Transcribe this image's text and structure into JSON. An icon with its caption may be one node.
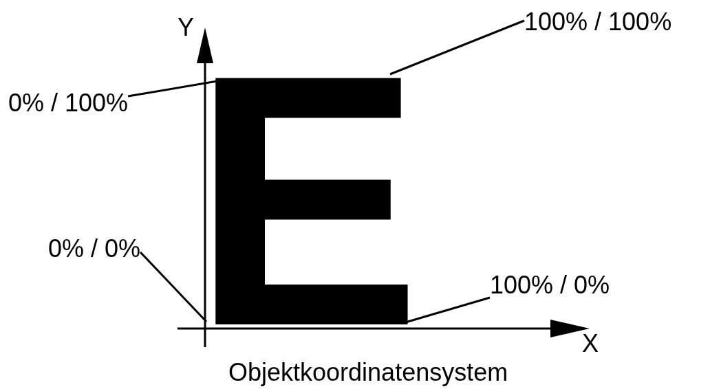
{
  "diagram": {
    "caption": "Objektkoordinatensystem",
    "nodes": [
      {
        "text": [
          "100% / 100%"
        ]
      },
      {
        "text": [
          "0% / 100%"
        ]
      },
      {
        "text": [
          "0% / 0%"
        ]
      },
      {
        "text": [
          "100% / 0%"
        ]
      },
      {
        "text": [
          "E"
        ]
      }
    ],
    "edges": [
      {
        "from": 0,
        "to": 4,
        "arrow": "none"
      },
      {
        "from": 1,
        "to": 4,
        "arrow": "none"
      },
      {
        "from": 2,
        "to": 4,
        "arrow": "none"
      },
      {
        "from": 3,
        "to": 4,
        "arrow": "none"
      }
    ],
    "labels": [
      "Y",
      "X"
    ]
  }
}
